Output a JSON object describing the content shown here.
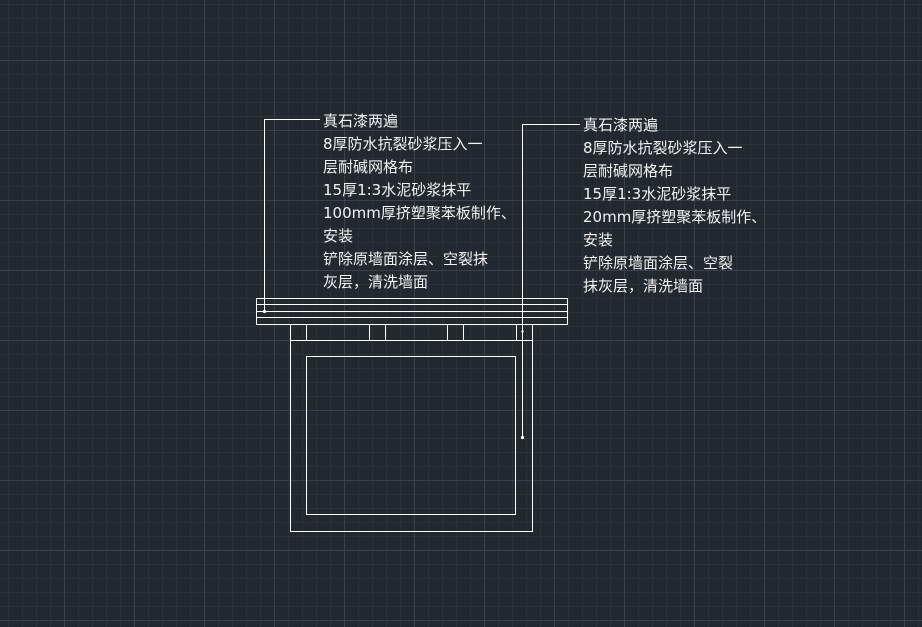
{
  "colors": {
    "background": "#212830",
    "grid_major": "#3a414b",
    "grid_minor": "#2a3139",
    "line": "#ffffff",
    "text": "#f2f2f2"
  },
  "annotations": {
    "left": {
      "lines": [
        "真石漆两遍",
        "8厚防水抗裂砂浆压入一",
        "层耐碱网格布",
        "15厚1:3水泥砂浆抹平",
        "100mm厚挤塑聚苯板制作、",
        "安装",
        "铲除原墙面涂层、空裂抹",
        "灰层，清洗墙面"
      ]
    },
    "right": {
      "lines": [
        "真石漆两遍",
        "8厚防水抗裂砂浆压入一",
        "层耐碱网格布",
        "15厚1:3水泥砂浆抹平",
        "20mm厚挤塑聚苯板制作、",
        "安装",
        "铲除原墙面涂层、空裂",
        "抹灰层，清洗墙面"
      ]
    }
  }
}
